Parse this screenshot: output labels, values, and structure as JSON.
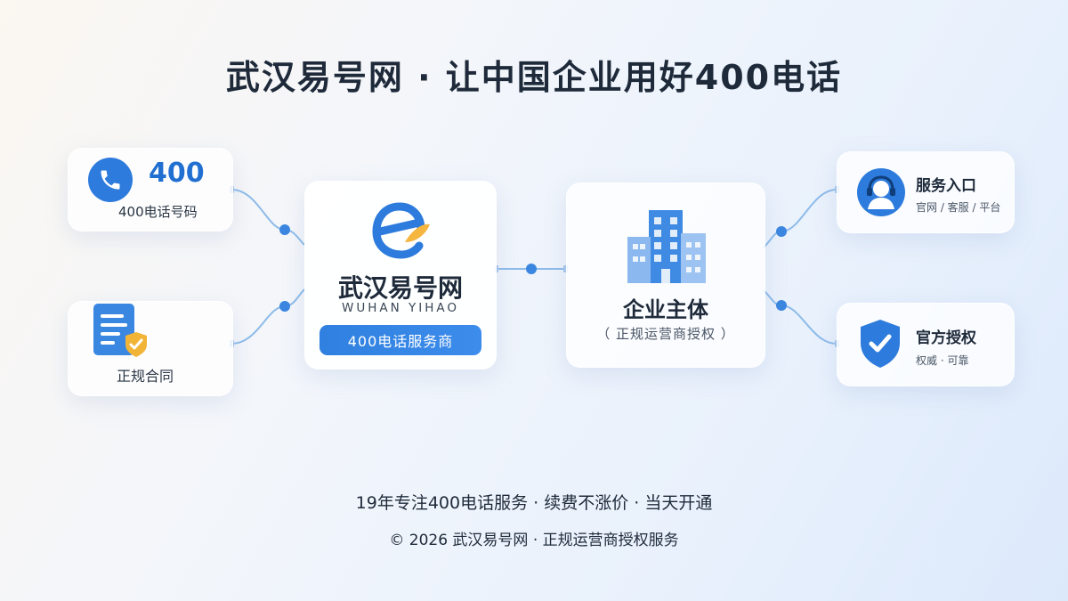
{
  "title": "武汉易号网 · 让中国企业用好400电话",
  "left_top": {
    "number": "400",
    "label": "400电话号码",
    "icon": "phone-icon"
  },
  "left_bottom": {
    "label": "正规合同",
    "icon": "contract-document-icon"
  },
  "center": {
    "name": "武汉易号网",
    "name_en": "WUHAN YIHAO",
    "badge": "400电话服务商",
    "icon": "logo-e-icon"
  },
  "enterprise": {
    "name": "企业主体",
    "sub": "（ 正规运营商授权 ）",
    "icon": "building-icon"
  },
  "right_top": {
    "title": "服务入口",
    "sub": "官网 / 客服 / 平台",
    "icon": "customer-service-icon"
  },
  "right_bottom": {
    "title": "官方授权",
    "sub": "权威 · 可靠",
    "icon": "shield-check-icon"
  },
  "footer": {
    "line1": "19年专注400电话服务 · 续费不涨价 · 当天开通",
    "line2": "© 2026 武汉易号网 · 正规运营商授权服务"
  },
  "colors": {
    "accent": "#2d7bdc",
    "line": "#8dbbea",
    "text": "#1e2a3a",
    "shield_accent": "#f2b437"
  }
}
